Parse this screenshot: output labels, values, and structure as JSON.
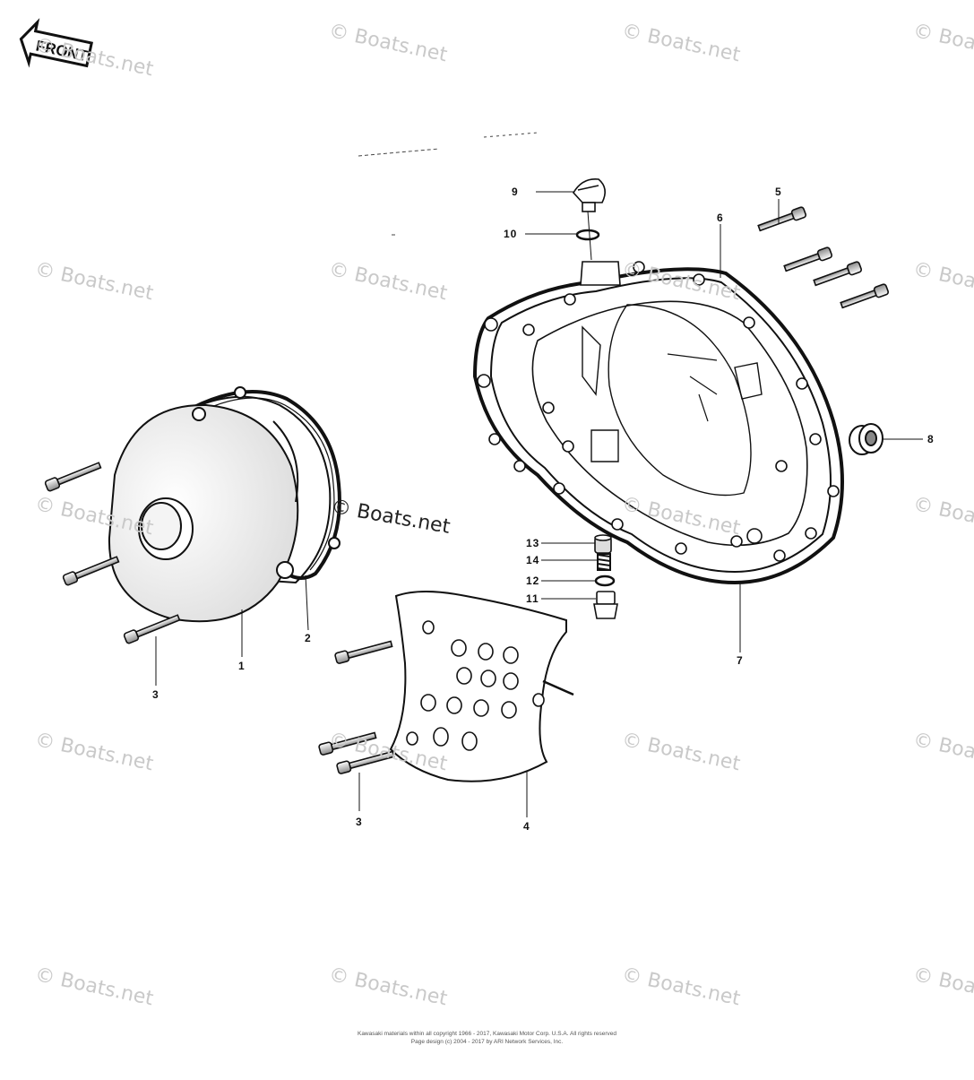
{
  "front_label": "FRONT",
  "watermark": "© Boats.net",
  "main_watermark": "© Boats.net",
  "callouts": [
    "1",
    "2",
    "3",
    "3",
    "4",
    "5",
    "6",
    "7",
    "8",
    "9",
    "10",
    "11",
    "12",
    "13",
    "14"
  ],
  "footer": {
    "line1": "Kawasaki materials within all copyright 1966 - 2017, Kawasaki Motor Corp. U.S.A.  All rights reserved",
    "line2": "Page design (c) 2004 - 2017 by ARI Network Services, Inc."
  },
  "line_color": "#111111",
  "watermark_color": "#c9c9c9"
}
